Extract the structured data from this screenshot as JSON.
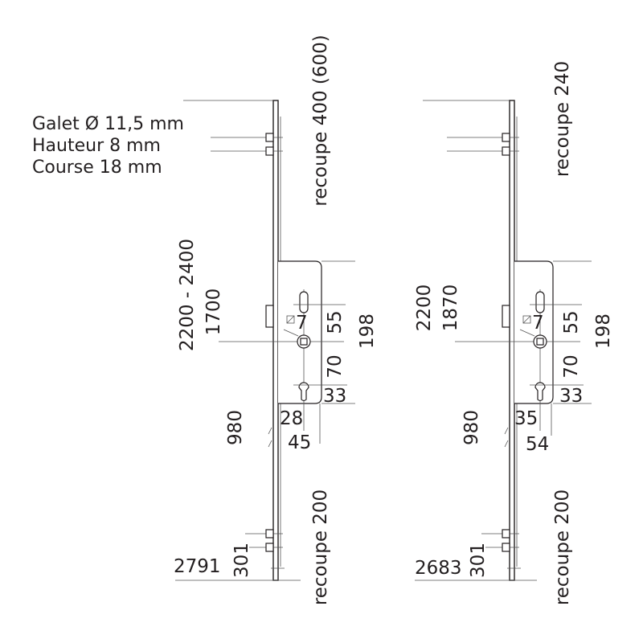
{
  "specs": {
    "line1": "Galet  Ø 11,5 mm",
    "line2": "Hauteur  8 mm",
    "line3": "Course 18 mm"
  },
  "left": {
    "recoupe_top": "recoupe 400 (600)",
    "height_range": "2200 - 2400",
    "handle_height": "1700",
    "square": "7",
    "dim_55": "55",
    "dim_198": "198",
    "dim_70": "70",
    "dim_33": "33",
    "backset_small": "28",
    "backset": "45",
    "dim_980": "980",
    "dim_301": "301",
    "total": "2791",
    "recoupe_bottom": "recoupe 200"
  },
  "right": {
    "recoupe_top": "recoupe 240",
    "height_range": "2200",
    "handle_height": "1870",
    "square": "7",
    "dim_55": "55",
    "dim_198": "198",
    "dim_70": "70",
    "dim_33": "33",
    "backset_small": "35",
    "backset": "54",
    "dim_980": "980",
    "dim_301": "301",
    "total": "2683",
    "recoupe_bottom": "recoupe 200"
  }
}
